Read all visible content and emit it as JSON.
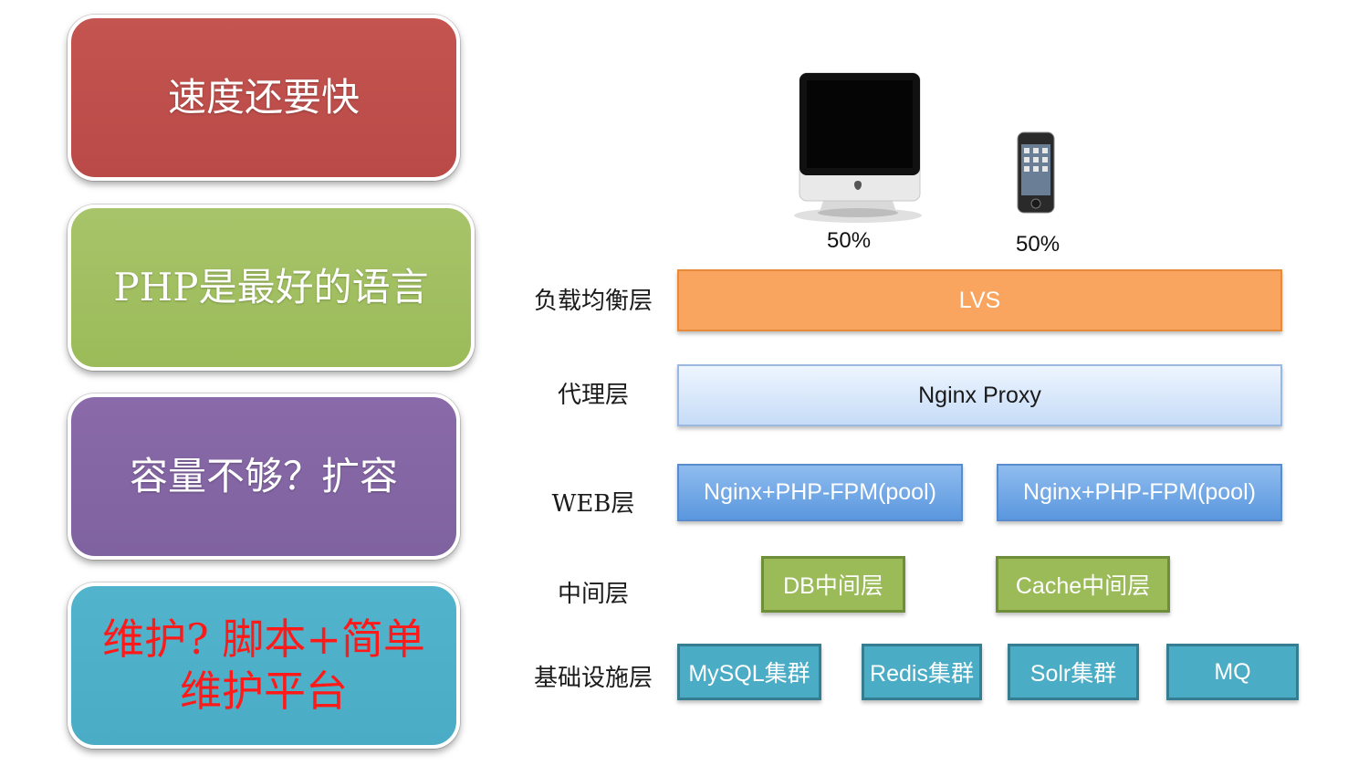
{
  "cards": [
    {
      "text": "速度还要快",
      "color": "#b94a48"
    },
    {
      "text": "PHP是最好的语言",
      "color": "#9bbb59"
    },
    {
      "text": "容量不够？扩容",
      "color": "#7f62a0"
    },
    {
      "text": "维护? 脚本+简单\n维护平台",
      "color": "#4aacc5",
      "text_color": "#ff1a1a"
    }
  ],
  "devices": {
    "desktop": {
      "icon": "desktop-computer-icon",
      "share": "50%"
    },
    "phone": {
      "icon": "smartphone-icon",
      "share": "50%"
    }
  },
  "layers": {
    "load_balance": {
      "label": "负载均衡层",
      "boxes": [
        "LVS"
      ]
    },
    "proxy": {
      "label": "代理层",
      "boxes": [
        "Nginx Proxy"
      ]
    },
    "web": {
      "label": "WEB层",
      "boxes": [
        "Nginx+PHP-FPM(pool)",
        "Nginx+PHP-FPM(pool)"
      ]
    },
    "middle": {
      "label": "中间层",
      "boxes": [
        "DB中间层",
        "Cache中间层"
      ]
    },
    "infra": {
      "label": "基础设施层",
      "boxes": [
        "MySQL集群",
        "Redis集群",
        "Solr集群",
        "MQ"
      ]
    }
  }
}
